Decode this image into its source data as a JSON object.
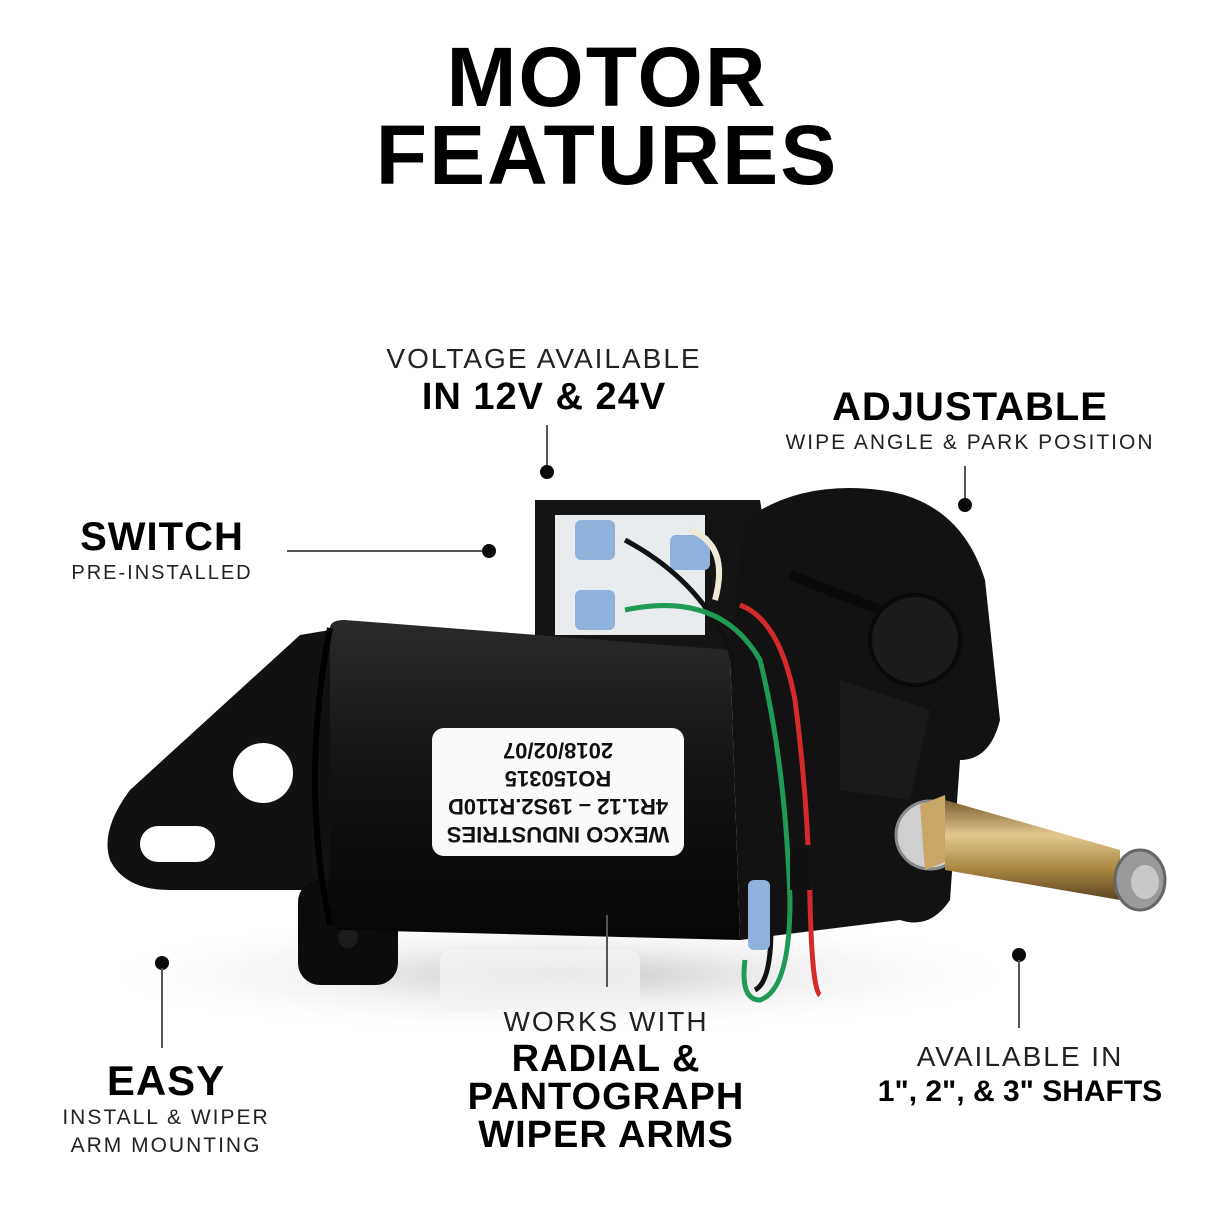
{
  "title": {
    "line1": "MOTOR",
    "line2": "FEATURES"
  },
  "callouts": {
    "voltage": {
      "line1": "VOLTAGE AVAILABLE",
      "line2": "IN 12V & 24V"
    },
    "adjustable": {
      "heading": "ADJUSTABLE",
      "sub": "WIPE ANGLE & PARK POSITION"
    },
    "switch": {
      "heading": "SWITCH",
      "sub": "PRE-INSTALLED"
    },
    "easy": {
      "heading": "EASY",
      "sub1": "INSTALL & WIPER",
      "sub2": "ARM MOUNTING"
    },
    "works": {
      "line1": "WORKS WITH",
      "line2": "RADIAL &",
      "line3": "PANTOGRAPH",
      "line4": "WIPER ARMS"
    },
    "shafts": {
      "line1": "AVAILABLE IN",
      "line2": "1\", 2\", & 3\" SHAFTS"
    }
  },
  "product": {
    "label": {
      "line1": "WEXCO INDUSTRIES",
      "line2": "4R1.12 – 19S2.R110D",
      "line3": "RO150315",
      "line4": "2018/02/07"
    },
    "colors": {
      "body": "#151515",
      "wire_red": "#d42a2a",
      "wire_green": "#1f9a55",
      "wire_black": "#111111",
      "connector_blue": "#8fb2dd",
      "shaft_brass": "#b8955a"
    }
  }
}
